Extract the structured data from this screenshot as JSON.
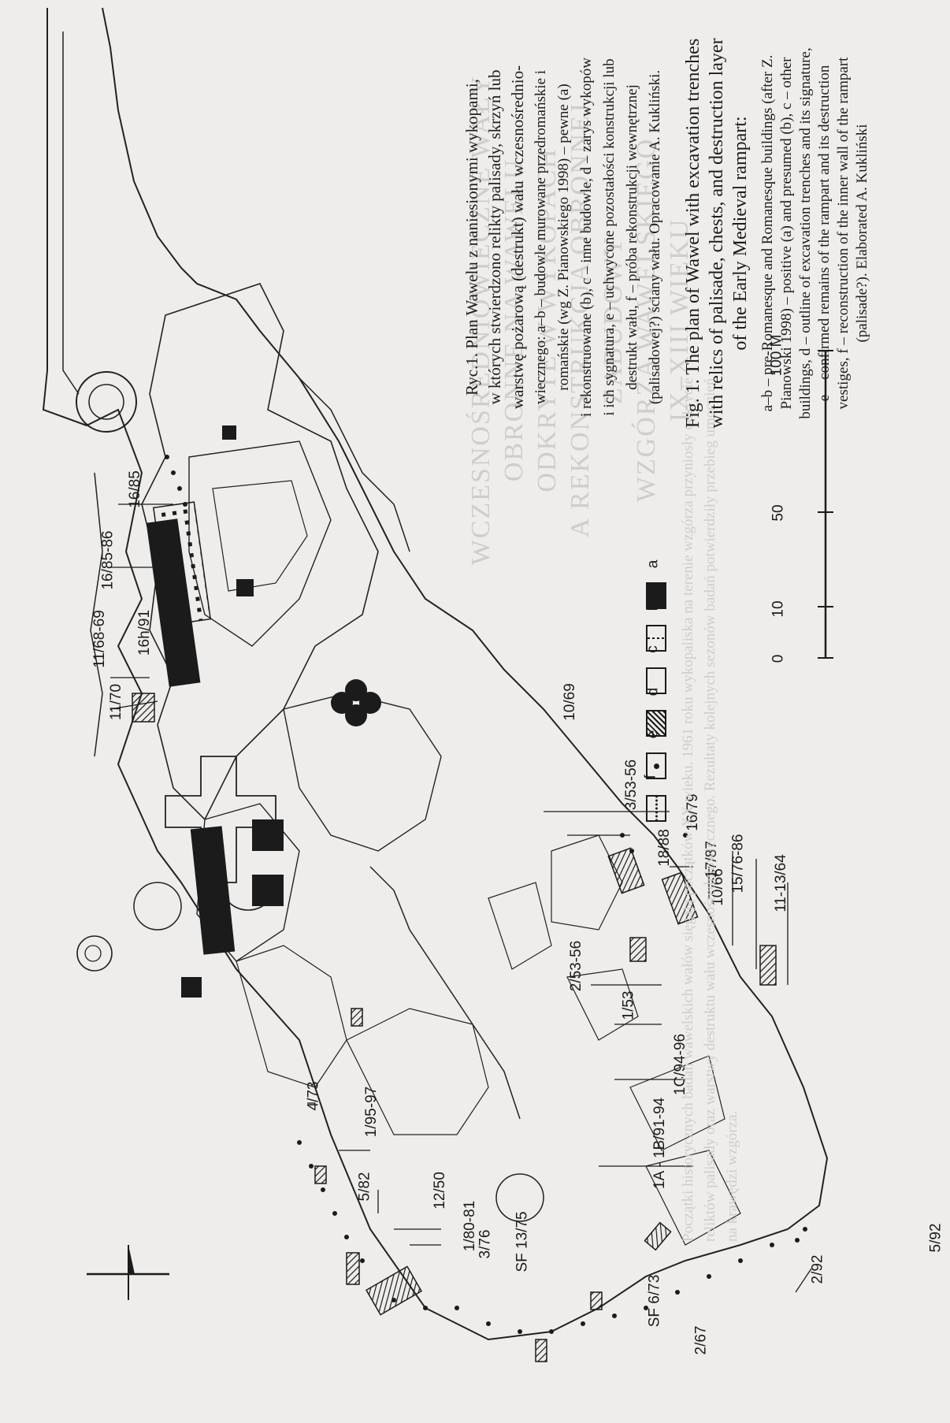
{
  "caption_pl": {
    "lines": [
      "Ryc.1. Plan Wawelu z naniesionymi wykopami,",
      "w których stwierdzono relikty palisady, skrzyń lub",
      "warstwę pożarową (destrukt) wału wczesnośrednio-",
      "wiecznego: a–b – budowle murowane przedromańskie i",
      "romańskie (wg Z. Pianowskiego 1998) – pewne (a)",
      "i rekonstruowane (b), c – inne budowle, d – zarys wykopów",
      "i ich sygnatura, e – uchwycone pozostałości konstrukcji lub",
      "destrukt wału, f – próba rekonstrukcji wewnętrznej",
      "(palisadowej?) ściany wału. Opracowanie A. Kukliński."
    ]
  },
  "caption_en": {
    "title_lines": [
      "Fig. 1. The plan of Wawel with excavation trenches",
      "with relics of palisade, chests, and destruction layer",
      "of the Early Medieval rampart:"
    ],
    "body_lines": [
      "a–b – pre-Romanesque and Romanesque buildings (after Z.",
      "Pianowski 1998) – positive (a) and presumed (b), c – other",
      "buildings, d – outline of excavation trenches and its signature,",
      "e – confirmed remains of the rampart and its destruction",
      "vestiges, f – reconstruction of the inner wall of the rampart",
      "(palisade?). Elaborated A. Kukliński"
    ]
  },
  "bleed_through": {
    "heading_lines": [
      "WCZESNOŚREDNIOWIECZNE WAŁY",
      "OBRONNE NA WAWELU",
      "ODKRYTE W WYKOPACH",
      "A REKONSTRUKCJA OBRONNEJ ZABUDOWY",
      "WZGÓRZA WAWELSKIEGO",
      "IX–XIII WIEKU"
    ],
    "body": "Początki historycznych badań wawelskich wałów sięgają początków XX wieku. 1961 roku wykopaliska na terenie wzgórza przyniosły odkrycie reliktów palisady oraz warstwy destruktu wału wczesnośredniowiecznego. Rezultaty kolejnych sezonów badań potwierdziły przebieg umocnień na krawędzi wzgórza."
  },
  "legend": {
    "items": [
      {
        "key": "a",
        "label": "a",
        "fill": "#111111"
      },
      {
        "key": "b",
        "label": "b",
        "fill": "dashed"
      },
      {
        "key": "c",
        "label": "c",
        "fill": "none"
      },
      {
        "key": "d",
        "label": "d",
        "fill": "hatched"
      },
      {
        "key": "e",
        "label": "e",
        "fill": "dot"
      },
      {
        "key": "f",
        "label": "f",
        "fill": "dotted-line"
      }
    ]
  },
  "scale_bar": {
    "ticks": [
      "0",
      "10",
      "50",
      "100 M"
    ]
  },
  "trench_labels": {
    "t16_85": "16/85",
    "t16_85_86": "16/85-86",
    "t16h_91": "16h/91",
    "t11_68_69": "11/68-69",
    "t11_70": "11/70",
    "t10_69": "10/69",
    "t3_53_56": "3/53-56",
    "t16_79": "16/79",
    "t18_88": "18/88",
    "t17_87": "17/87",
    "t10_66": "10/66",
    "t15_76_86": "15/76-86",
    "t11_13_64": "11-13/64",
    "t2_53_56": "2/53-56",
    "t1_53": "1/53",
    "t1c_94_96": "1C/94-96",
    "t1a_1b": "1A - 1B/91-94",
    "t2_92": "2/92",
    "t5_92": "5/92",
    "t1_95_97": "1/95-97",
    "t4_73": "4/73",
    "t5_82": "5/82",
    "t12_50": "12/50",
    "t1_80_81": "1/80-81",
    "t3_76": "3/76",
    "tsf13_75": "SF 13/75",
    "tsf6_73": "SF 6/73",
    "t2_67": "2/67"
  },
  "colors": {
    "ink": "#1b1b1b",
    "paper": "#eeedeb",
    "bleed": "#d0cecb"
  }
}
